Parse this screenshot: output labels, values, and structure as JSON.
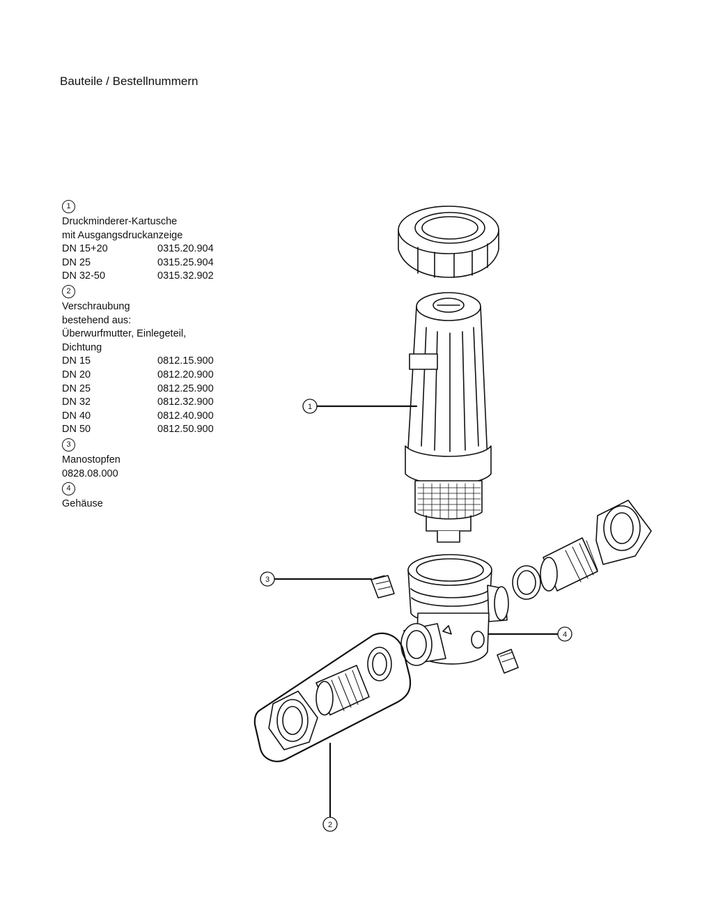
{
  "title": "Bauteile / Bestellnummern",
  "parts": [
    {
      "number": "1",
      "lines": [
        "Druckminderer-Kartusche",
        "mit Ausgangsdruckanzeige"
      ],
      "rows": [
        {
          "dn": "DN 15+20",
          "order": "0315.20.904"
        },
        {
          "dn": "DN 25",
          "order": "0315.25.904"
        },
        {
          "dn": "DN 32-50",
          "order": "0315.32.902"
        }
      ]
    },
    {
      "number": "2",
      "lines": [
        "Verschraubung",
        "bestehend aus:",
        "Überwurfmutter, Einlegeteil,",
        "Dichtung"
      ],
      "rows": [
        {
          "dn": "DN 15",
          "order": "0812.15.900"
        },
        {
          "dn": "DN 20",
          "order": "0812.20.900"
        },
        {
          "dn": "DN 25",
          "order": "0812.25.900"
        },
        {
          "dn": "DN 32",
          "order": "0812.32.900"
        },
        {
          "dn": "DN 40",
          "order": "0812.40.900"
        },
        {
          "dn": "DN 50",
          "order": "0812.50.900"
        }
      ]
    },
    {
      "number": "3",
      "lines": [
        "Manostopfen",
        "0828.08.000"
      ],
      "rows": []
    },
    {
      "number": "4",
      "lines": [
        "Gehäuse"
      ],
      "rows": []
    }
  ],
  "callouts": [
    "1",
    "2",
    "3",
    "4"
  ]
}
